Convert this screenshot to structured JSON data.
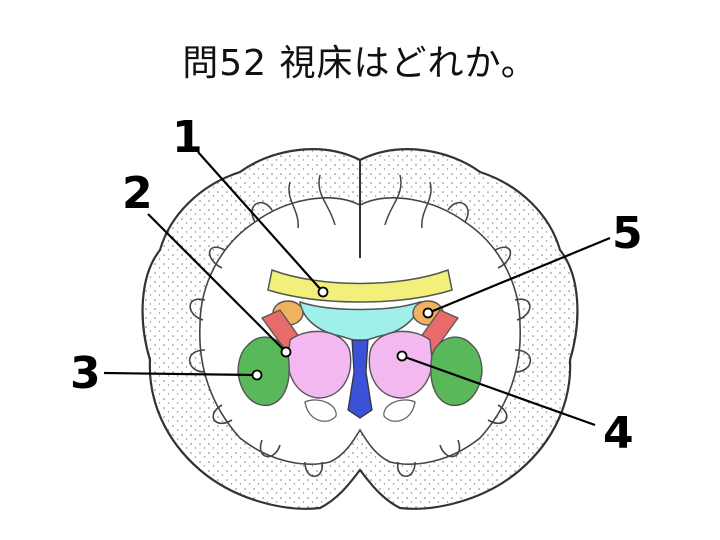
{
  "title": "問52 視床はどれか。",
  "labels": [
    "1",
    "2",
    "3",
    "4",
    "5"
  ],
  "colors": {
    "corpus_callosum": "#f2f07a",
    "ventricle": "#9ff0ea",
    "third_ventricle": "#3b52d6",
    "caudate": "#f0b25e",
    "internal_capsule": "#e86b6b",
    "thalamus": "#f3b8f0",
    "putamen": "#59b85a",
    "outline": "#333333",
    "label": "#000000"
  }
}
